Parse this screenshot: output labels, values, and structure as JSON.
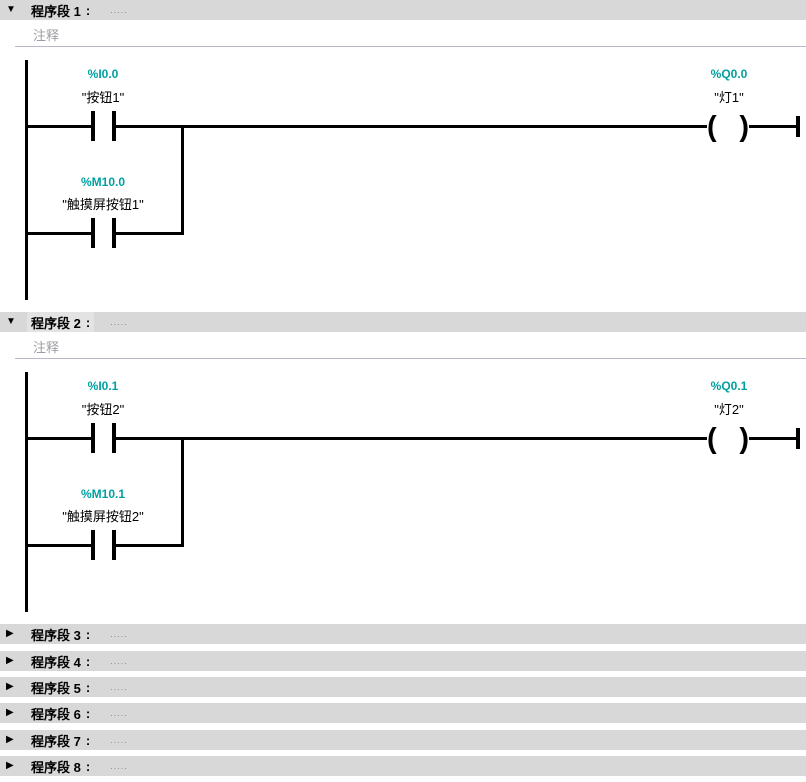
{
  "icons": {
    "triangle_expanded": "▼",
    "triangle_collapsed": "▶",
    "coil_open": "(",
    "coil_close": ")"
  },
  "colors": {
    "operand_address": "#00A0A0",
    "header_background": "#D8D8D8",
    "selected_title_background": "#E3E3E3",
    "comment_separator": "#B6B6CC",
    "wire": "#000000",
    "placeholder_text": "#9E9EA4"
  },
  "networks": [
    {
      "title": "程序段 1",
      "colon": ":",
      "dots": ".....",
      "comment_placeholder": "注释",
      "expanded": true,
      "selected": false,
      "main_contact": {
        "address": "%I0.0",
        "name": "\"按钮1\""
      },
      "parallel_contact": {
        "address": "%M10.0",
        "name": "\"触摸屏按钮1\""
      },
      "coil": {
        "address": "%Q0.0",
        "name": "\"灯1\""
      }
    },
    {
      "title": "程序段 2",
      "colon": ":",
      "dots": ".....",
      "comment_placeholder": "注释",
      "expanded": true,
      "selected": true,
      "main_contact": {
        "address": "%I0.1",
        "name": "\"按钮2\""
      },
      "parallel_contact": {
        "address": "%M10.1",
        "name": "\"触摸屏按钮2\""
      },
      "coil": {
        "address": "%Q0.1",
        "name": "\"灯2\""
      }
    },
    {
      "title": "程序段 3",
      "colon": ":",
      "dots": ".....",
      "expanded": false
    },
    {
      "title": "程序段 4",
      "colon": ":",
      "dots": ".....",
      "expanded": false
    },
    {
      "title": "程序段 5",
      "colon": ":",
      "dots": ".....",
      "expanded": false
    },
    {
      "title": "程序段 6",
      "colon": ":",
      "dots": ".....",
      "expanded": false
    },
    {
      "title": "程序段 7",
      "colon": ":",
      "dots": ".....",
      "expanded": false
    },
    {
      "title": "程序段 8",
      "colon": ":",
      "dots": ".....",
      "expanded": false
    }
  ]
}
